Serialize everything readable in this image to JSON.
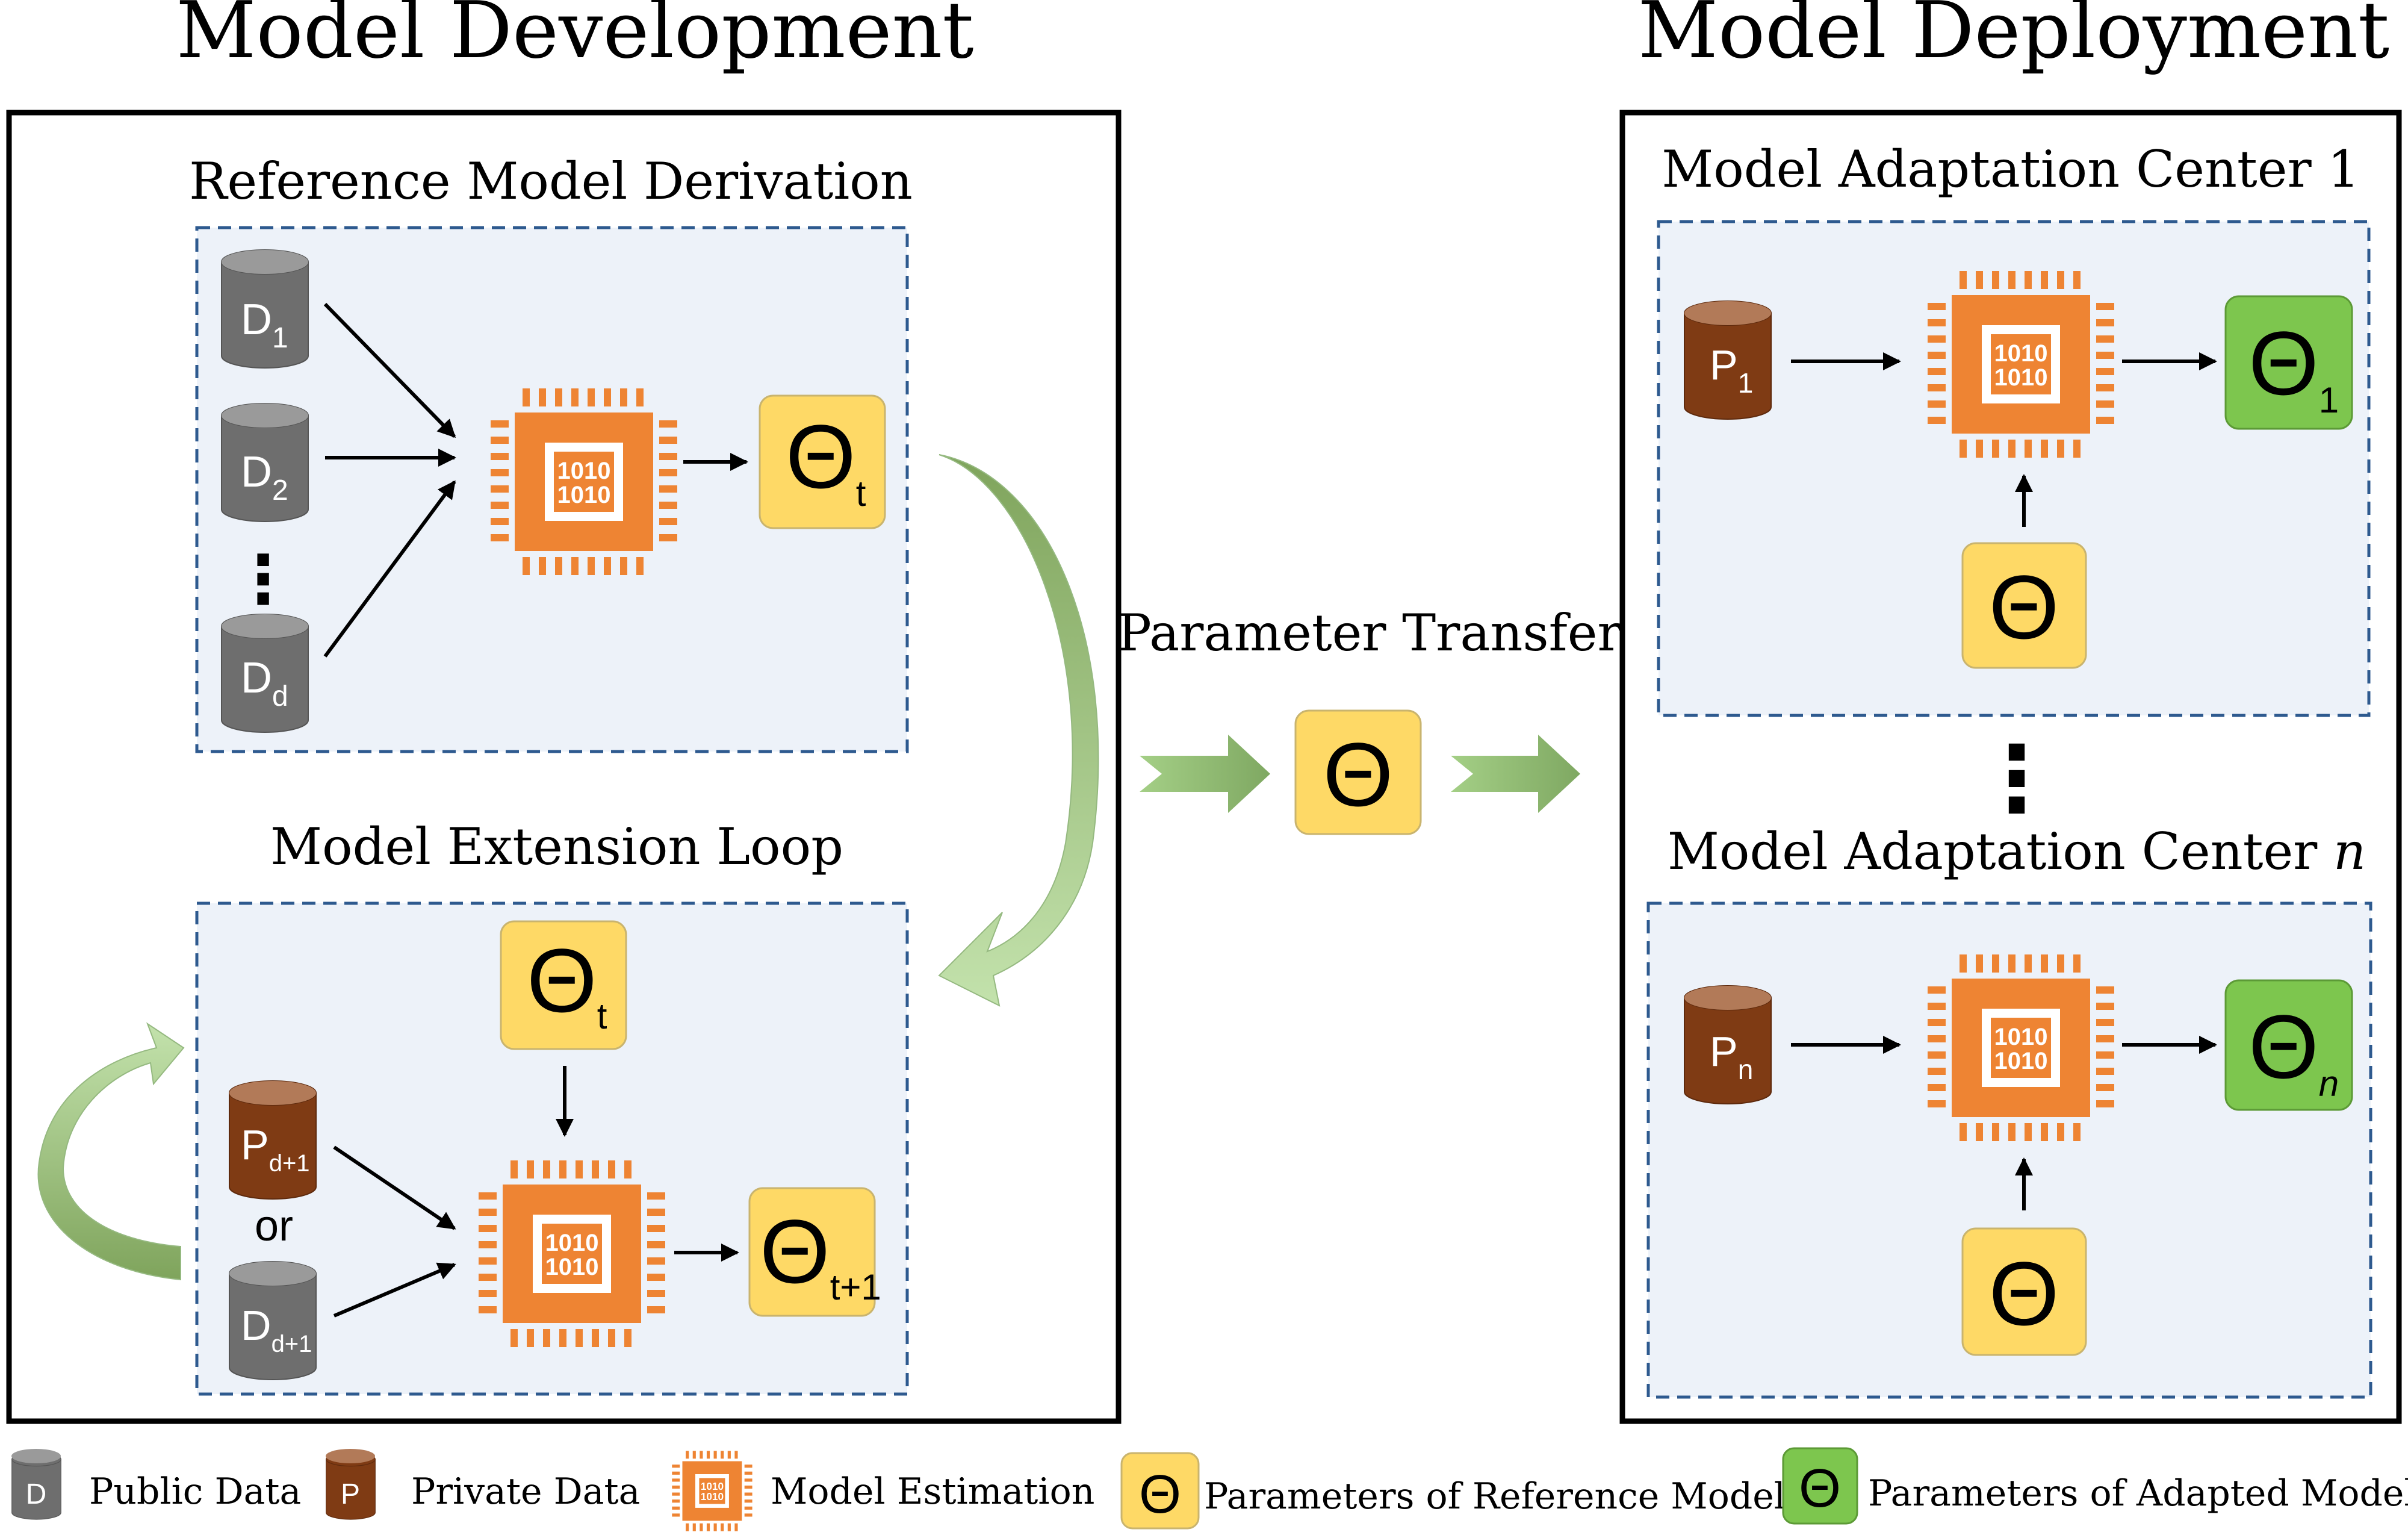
{
  "sections": {
    "development_title": "Model Development",
    "deployment_title": "Model Deployment"
  },
  "panels": {
    "reference": {
      "title": "Reference Model Derivation",
      "inputs": [
        {
          "letter": "D",
          "sub": "1"
        },
        {
          "letter": "D",
          "sub": "2"
        },
        {
          "letter": "D",
          "sub": "d"
        }
      ],
      "ellipsis": "⋮",
      "output": {
        "symbol": "Θ",
        "sub": "t"
      }
    },
    "extension": {
      "title": "Model Extension Loop",
      "param_in": {
        "symbol": "Θ",
        "sub": "t"
      },
      "input_private": {
        "letter": "P",
        "sub": "d+1"
      },
      "or_label": "or",
      "input_public": {
        "letter": "D",
        "sub": "d+1"
      },
      "output": {
        "symbol": "Θ",
        "sub": "t+1"
      }
    },
    "center1": {
      "title": "Model Adaptation Center 1",
      "input": {
        "letter": "P",
        "sub": "1"
      },
      "param_in": "Θ",
      "output": {
        "symbol": "Θ",
        "sub": "1"
      }
    },
    "centern": {
      "title_prefix": "Model Adaptation Center",
      "title_var": "n",
      "input": {
        "letter": "P",
        "sub": "n"
      },
      "param_in": "Θ",
      "output": {
        "symbol": "Θ",
        "sub": "n"
      }
    }
  },
  "transfer": {
    "label": "Parameter Transfer",
    "symbol": "Θ"
  },
  "centers_ellipsis": "⋮",
  "legend": [
    {
      "icon": "public-data",
      "glyph": "D",
      "label": "Public Data"
    },
    {
      "icon": "private-data",
      "glyph": "P",
      "label": "Private Data"
    },
    {
      "icon": "model-estimation",
      "glyph": "1010",
      "label": "Model Estimation"
    },
    {
      "icon": "reference-params",
      "glyph": "Θ",
      "label": "Parameters of Reference Model"
    },
    {
      "icon": "adapted-params",
      "glyph": "Θ",
      "label": "Parameters of Adapted Model"
    }
  ],
  "chip_text": [
    "1010",
    "1010"
  ],
  "colors": {
    "public_data": "#6e6e6e",
    "private_data": "#7f3b14",
    "chip": "#ee8433",
    "reference_params": "#fed966",
    "adapted_params": "#7dc64e",
    "panel_fill": "#edf2f9",
    "panel_border": "#2e5a8f",
    "flow_arrow": "#7fa862"
  }
}
